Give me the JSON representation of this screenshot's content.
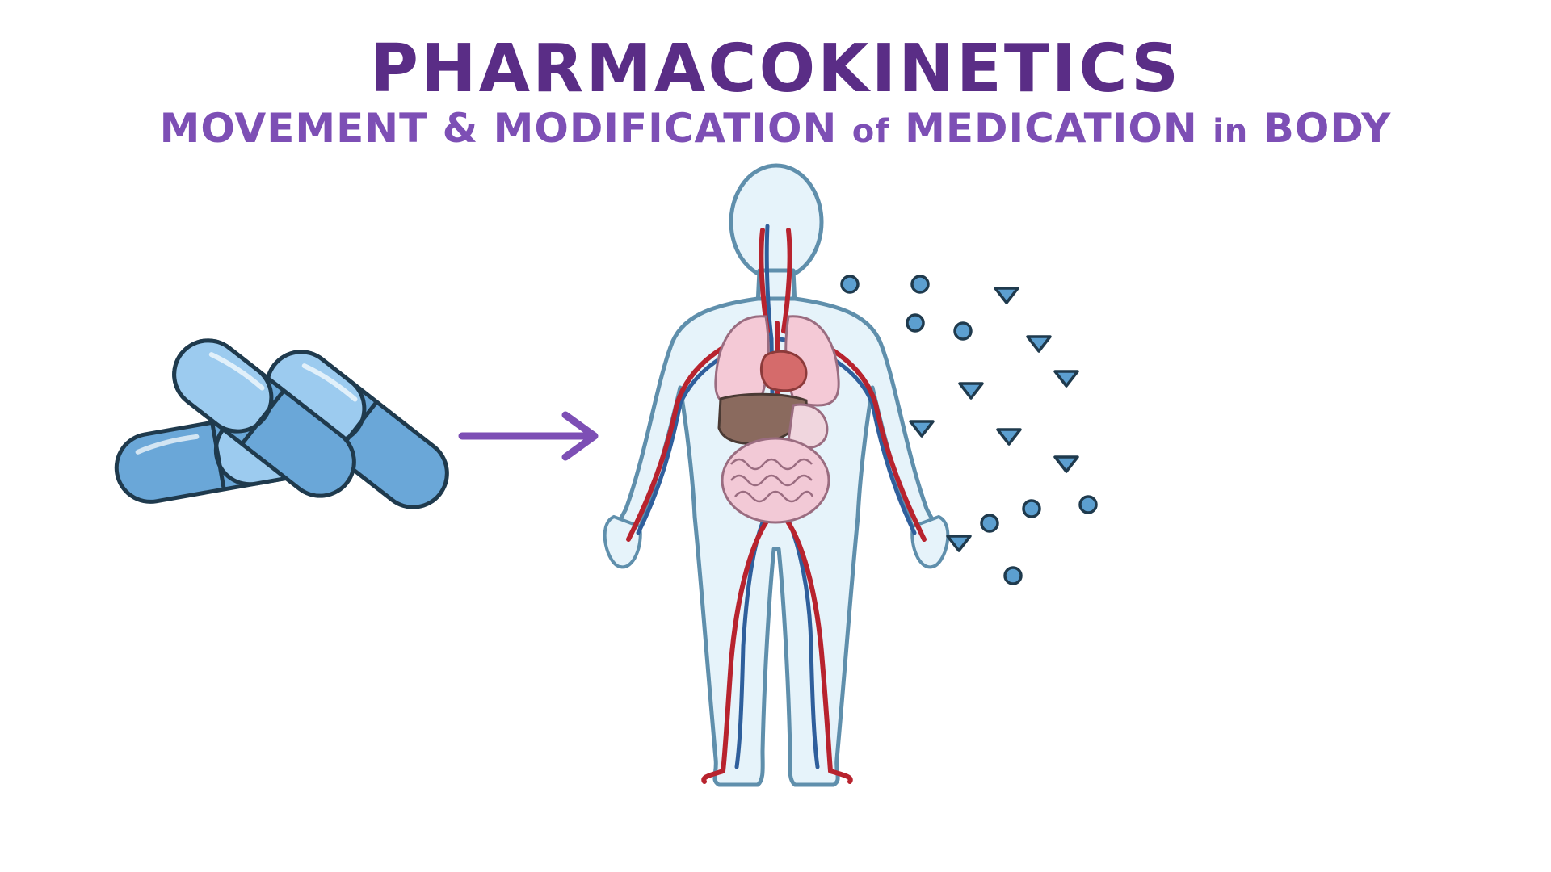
{
  "header": {
    "title": "PHARMACOKINETICS",
    "subtitle_part1": "MOVEMENT & MODIFICATION",
    "subtitle_of": "of",
    "subtitle_part2": "MEDICATION",
    "subtitle_in": "in",
    "subtitle_part3": "BODY"
  },
  "colors": {
    "title": "#5a2d86",
    "subtitle": "#7d4fb5",
    "capsule_blue": "#6aa7d8",
    "capsule_light": "#9ccbef",
    "outline": "#1f3a4d",
    "arrow": "#7d4fb5",
    "body_fill": "#e6f3fa",
    "artery": "#b8232e",
    "vein": "#2f5f9c",
    "particle": "#5c9fd0"
  },
  "icons": {
    "capsules": "capsule-icon",
    "arrow": "arrow-right-icon",
    "body": "human-body-icon",
    "particles": "drug-particle-icon"
  }
}
